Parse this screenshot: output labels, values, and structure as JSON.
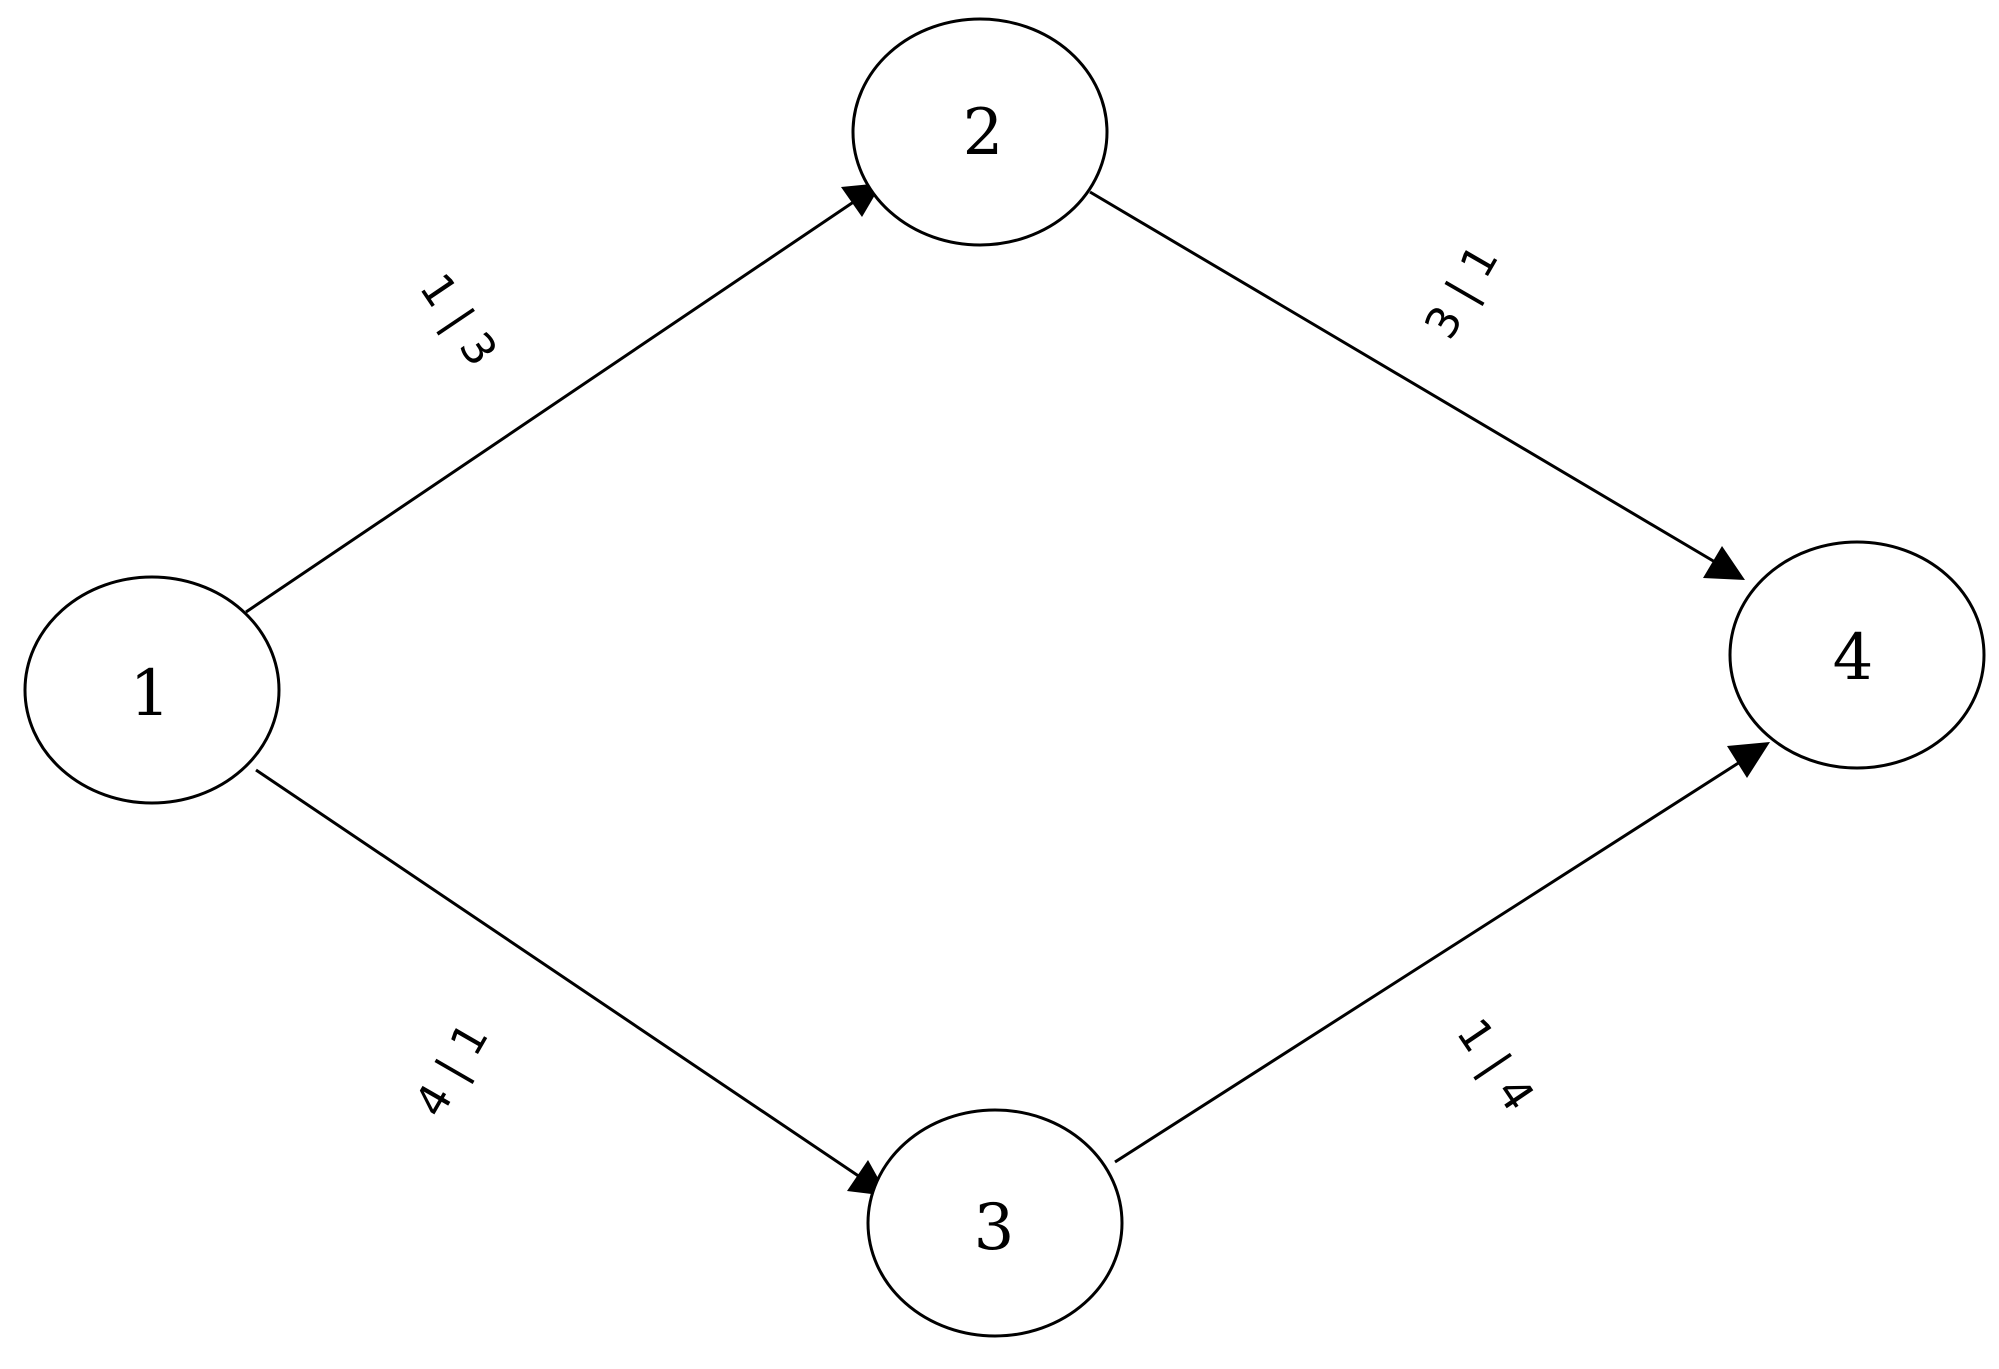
{
  "diagram": {
    "nodes": [
      {
        "id": "1",
        "label": "1"
      },
      {
        "id": "2",
        "label": "2"
      },
      {
        "id": "3",
        "label": "3"
      },
      {
        "id": "4",
        "label": "4"
      }
    ],
    "edges": [
      {
        "from": "1",
        "to": "2",
        "label": "1 | 3"
      },
      {
        "from": "2",
        "to": "4",
        "label": "3 | 1"
      },
      {
        "from": "1",
        "to": "3",
        "label": "4 | 1"
      },
      {
        "from": "3",
        "to": "4",
        "label": "1 | 4"
      }
    ]
  }
}
